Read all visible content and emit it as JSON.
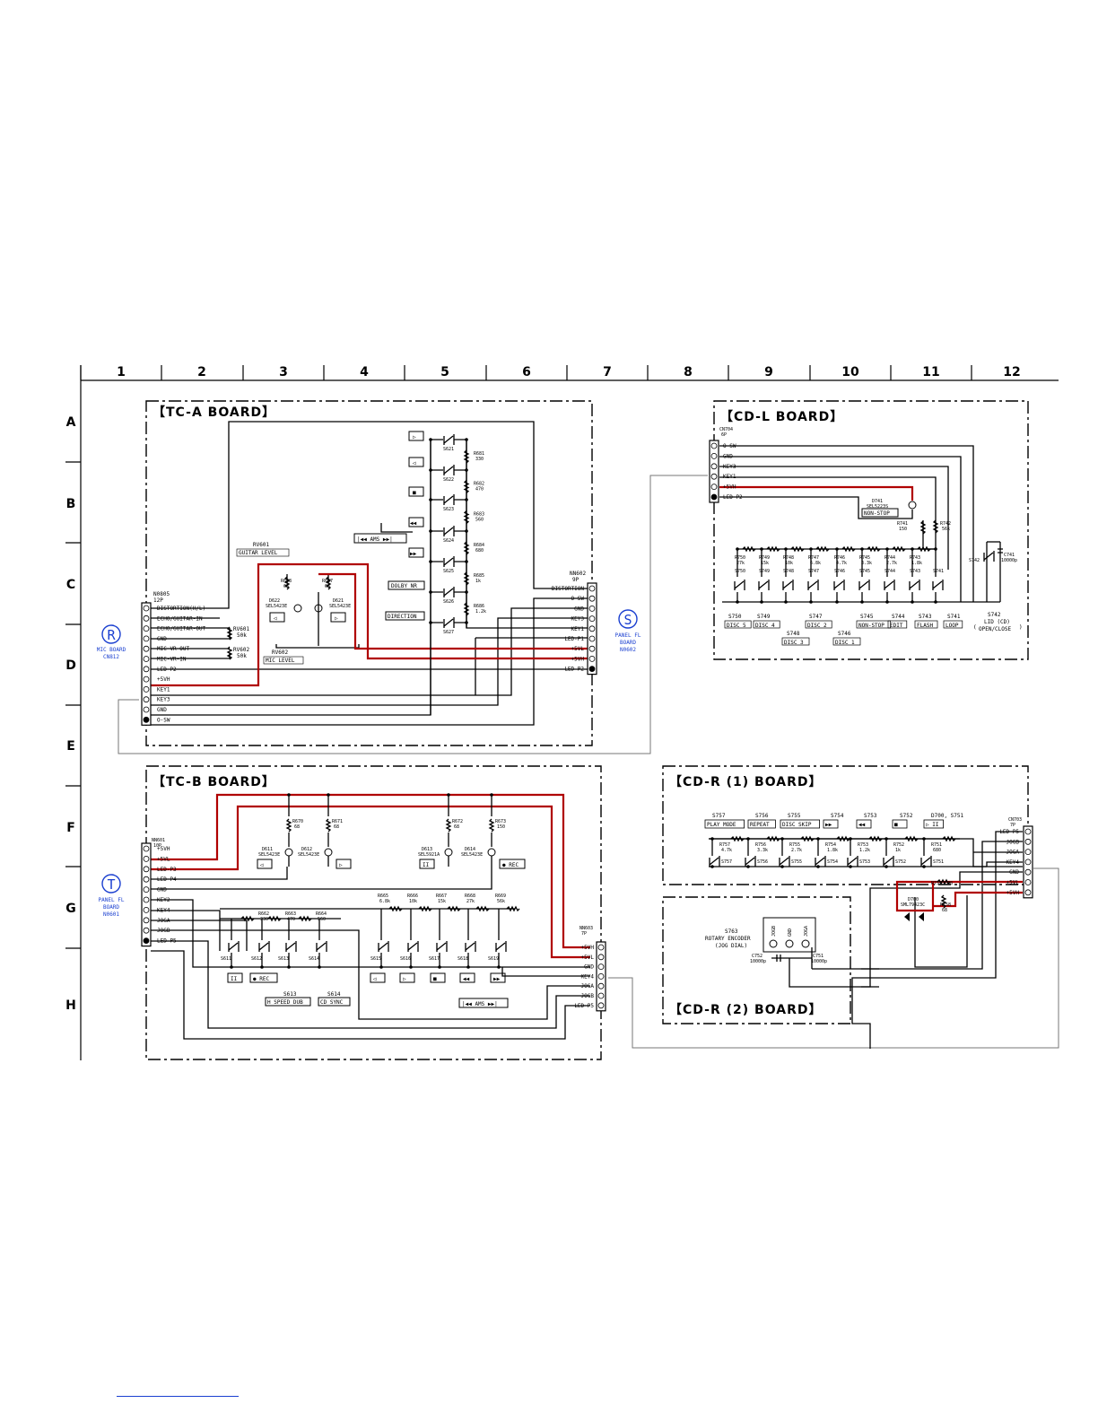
{
  "grid": {
    "columns": [
      "1",
      "2",
      "3",
      "4",
      "5",
      "6",
      "7",
      "8",
      "9",
      "10",
      "11",
      "12"
    ],
    "rows": [
      "A",
      "B",
      "C",
      "D",
      "E",
      "F",
      "G",
      "H"
    ]
  },
  "boards": {
    "tca": "【TC-A BOARD】",
    "cdl": "【CD-L BOARD】",
    "tcb": "【TC-B BOARD】",
    "cdr1": "【CD-R (1) BOARD】",
    "cdr2": "【CD-R (2) BOARD】"
  },
  "refs": {
    "R": {
      "letter": "R",
      "line1": "MIC BOARD",
      "line2": "CN812"
    },
    "S": {
      "letter": "S",
      "line1": "PANEL FL",
      "line2": "BOARD",
      "line3": "N0602"
    },
    "T": {
      "letter": "T",
      "line1": "PANEL FL",
      "line2": "BOARD",
      "line3": "N0601"
    }
  },
  "connectors": {
    "n0805": {
      "name": "N0805",
      "pins": "12P",
      "labels": [
        "DISTORTION(H/L)",
        "ECHO/GUITAR-IN",
        "ECHO/GUITAR-OUT",
        "GND",
        "MIC-VR-OUT",
        "MIC-VR-IN",
        "LED-P2",
        "+5VH",
        "KEY1",
        "KEY3",
        "GND",
        "O-SW"
      ]
    },
    "n0602": {
      "name": "NN602",
      "pins": "9P",
      "labels": [
        "DISTORTION",
        "O-SW",
        "GND",
        "KEY3",
        "KEY1",
        "LED-P1",
        "+5VL",
        "+5VH",
        "LED-P2"
      ]
    },
    "cn704": {
      "name": "CN704",
      "pins": "6P",
      "labels": [
        "O-SW",
        "GND",
        "KEY3",
        "KEY1",
        "+5VH",
        "LED-P2"
      ]
    },
    "n0601": {
      "name": "NN601",
      "pins": "10P",
      "labels": [
        "+5VH",
        "+5VL",
        "LED-P3",
        "LED-P4",
        "GND",
        "KEY2",
        "KEY4",
        "JOGA",
        "JOGB",
        "LED-P5"
      ]
    },
    "n0603": {
      "name": "NN603",
      "pins": "7P",
      "labels": [
        "+5VH",
        "+5VL",
        "GND",
        "KEY4",
        "JOGA",
        "JOGB",
        "LED-P5"
      ]
    },
    "cn703": {
      "name": "CN703",
      "pins": "7P",
      "labels": [
        "LED-P5",
        "JOGB",
        "JOGA",
        "KEY4",
        "GND",
        "+5VL",
        "+5VH"
      ]
    }
  },
  "tca": {
    "switches": [
      "S621",
      "S622",
      "S623",
      "S624",
      "S625",
      "S626",
      "S627"
    ],
    "resistors": [
      [
        "R681",
        "330"
      ],
      [
        "R682",
        "470"
      ],
      [
        "R683",
        "560"
      ],
      [
        "R684",
        "680"
      ],
      [
        "R685",
        "1k"
      ],
      [
        "R686",
        "1.2k"
      ]
    ],
    "keys": [
      "▷",
      "◁",
      "■",
      "◀◀",
      "▶▶"
    ],
    "ams": "|◀◀ AMS ▶▶|",
    "dolby": "DOLBY NR",
    "direction": "DIRECTION",
    "rv601": {
      "name": "RV601",
      "label": "GUITAR LEVEL",
      "value": "50k"
    },
    "rv602": {
      "name": "RV602",
      "label": "MIC LEVEL",
      "value": "50k"
    },
    "r688": [
      "R688",
      "68"
    ],
    "r687": [
      "R687",
      "68"
    ],
    "d622": [
      "D622",
      "SEL5423E"
    ],
    "d621": [
      "D621",
      "SEL5423E"
    ]
  },
  "cdl": {
    "d741": [
      "D741",
      "SEL5223S"
    ],
    "nonstop": "NON-STOP",
    "r741": [
      "R741",
      "150"
    ],
    "r742": [
      "R742",
      "56k"
    ],
    "c741": [
      "C741",
      "10000p"
    ],
    "s742_label": "S742",
    "resistors": [
      [
        "R750",
        "27k"
      ],
      [
        "R749",
        "15k"
      ],
      [
        "R748",
        "10k"
      ],
      [
        "R747",
        "6.8k"
      ],
      [
        "R746",
        "4.7k"
      ],
      [
        "R745",
        "3.3k"
      ],
      [
        "R744",
        "2.7k"
      ],
      [
        "R743",
        "1.8k"
      ]
    ],
    "switches": [
      "S750",
      "S749",
      "S748",
      "S747",
      "S746",
      "S745",
      "S744",
      "S743",
      "S741"
    ],
    "bottom_labels": [
      [
        "S750",
        "DISC 5"
      ],
      [
        "S749",
        "DISC 4"
      ],
      [
        "S747",
        "DISC 2"
      ],
      [
        "S745",
        "NON-STOP"
      ],
      [
        "S744",
        "EDIT"
      ],
      [
        "S743",
        "FLASH"
      ],
      [
        "S741",
        "LOOP"
      ]
    ],
    "second_row": [
      [
        "S748",
        "DISC 3"
      ],
      [
        "S746",
        "DISC 1"
      ]
    ],
    "s742": {
      "name": "S742",
      "line1": "LID (CD)",
      "line2": "OPEN/CLOSE"
    }
  },
  "tcb": {
    "resistors_top": [
      [
        "R670",
        "68"
      ],
      [
        "R671",
        "68"
      ],
      [
        "R672",
        "68"
      ],
      [
        "R673",
        "150"
      ]
    ],
    "leds": [
      [
        "D611",
        "SEL5423E"
      ],
      [
        "D612",
        "SEL5423E"
      ],
      [
        "D613",
        "SEL5921A"
      ],
      [
        "D614",
        "SEL5423E"
      ]
    ],
    "res_left": [
      [
        "R662",
        "330"
      ],
      [
        "R663",
        "470"
      ],
      [
        "R664",
        "560"
      ]
    ],
    "res_right": [
      [
        "R665",
        "6.8k"
      ],
      [
        "R666",
        "10k"
      ],
      [
        "R667",
        "15k"
      ],
      [
        "R668",
        "27k"
      ],
      [
        "R669",
        "56k"
      ]
    ],
    "switches": [
      "S611",
      "S612",
      "S613",
      "S614",
      "S615",
      "S616",
      "S617",
      "S618",
      "S619"
    ],
    "keys_left": [
      "II",
      "● REC"
    ],
    "keys_right": [
      "◁",
      "▷",
      "■",
      "◀◀",
      "▶▶"
    ],
    "ams": "|◀◀ AMS ▶▶|",
    "keys_led": [
      "◁",
      "▷",
      "II",
      "● REC"
    ],
    "s613": [
      "S613",
      "H SPEED DUB"
    ],
    "s614": [
      "S614",
      "CD SYNC"
    ]
  },
  "cdr": {
    "top_labels": [
      [
        "S757",
        "PLAY MODE"
      ],
      [
        "S756",
        "REPEAT"
      ],
      [
        "S755",
        "DISC SKIP"
      ],
      [
        "S754",
        "▶▶"
      ],
      [
        "S753",
        "◀◀"
      ],
      [
        "S752",
        "■"
      ],
      [
        "D700, S751",
        "▷ II"
      ]
    ],
    "resistors": [
      [
        "R757",
        "4.7k"
      ],
      [
        "R756",
        "3.3k"
      ],
      [
        "R755",
        "2.7k"
      ],
      [
        "R754",
        "1.8k"
      ],
      [
        "R753",
        "1.2k"
      ],
      [
        "R752",
        "1k"
      ],
      [
        "R751",
        "680"
      ]
    ],
    "switches": [
      "S757",
      "S756",
      "S755",
      "S754",
      "S753",
      "S752",
      "S751"
    ],
    "r759": [
      "R759",
      "68"
    ],
    "r758": [
      "R758",
      "68"
    ],
    "d700": [
      "D700",
      "SML79423C"
    ],
    "s763": {
      "name": "S763",
      "line1": "ROTARY ENCODER",
      "line2": "(JOG DIAL)"
    },
    "encoder_pins": [
      "JOGB",
      "GND",
      "JOGA"
    ],
    "c752": [
      "C752",
      "10000p"
    ],
    "c751": [
      "C751",
      "10000p"
    ]
  }
}
